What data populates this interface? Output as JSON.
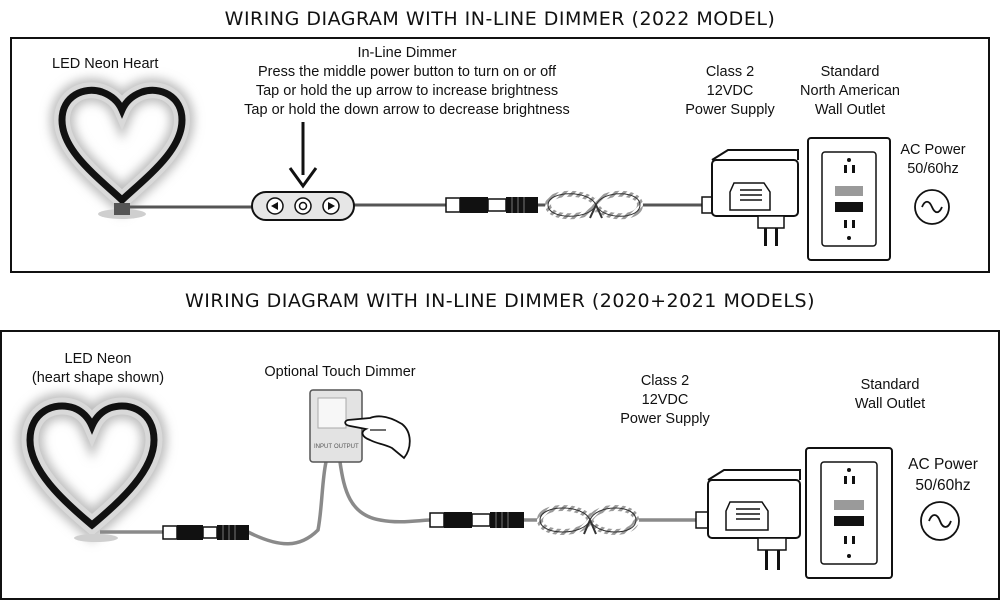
{
  "diagram_2022": {
    "title": "WIRING DIAGRAM WITH IN-LINE DIMMER (2022 MODEL)",
    "heart_label": "LED Neon Heart",
    "dimmer_label": [
      "In-Line Dimmer",
      "Press the middle power button to turn on or off",
      "Tap or hold the up arrow to increase brightness",
      "Tap or hold the down arrow to decrease brightness"
    ],
    "power_supply_label": [
      "Class 2",
      "12VDC",
      "Power Supply"
    ],
    "outlet_label": [
      "Standard",
      "North American",
      "Wall Outlet"
    ],
    "ac_label": [
      "AC Power",
      "50/60hz"
    ]
  },
  "diagram_2020_2021": {
    "title": "WIRING DIAGRAM WITH IN-LINE DIMMER (2020+2021 MODELS)",
    "neon_label": [
      "LED Neon",
      "(heart shape shown)"
    ],
    "touch_dimmer_label": "Optional Touch Dimmer",
    "dimmer_ports": [
      "INPUT",
      "OUTPUT"
    ],
    "power_supply_label": [
      "Class 2",
      "12VDC",
      "Power Supply"
    ],
    "outlet_label": [
      "Standard",
      "Wall Outlet"
    ],
    "ac_label": [
      "AC Power",
      "50/60hz"
    ]
  },
  "icons": {
    "dimmer_buttons": [
      "down-arrow-icon",
      "power-icon",
      "up-arrow-icon"
    ],
    "ac_symbol": "sine-wave-icon",
    "pointer": "down-arrow-icon",
    "hand": "pointing-hand-icon"
  }
}
